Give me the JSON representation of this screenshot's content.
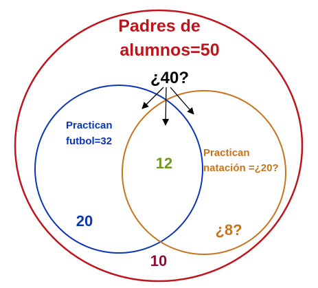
{
  "diagram": {
    "outer_set": {
      "label_line1": "Padres de",
      "label_line2": "alumnos=50",
      "color": "#c0141c"
    },
    "football_set": {
      "label_line1": "Practican",
      "label_line2": "futbol=32",
      "color": "#0a35b8"
    },
    "swimming_set": {
      "label_line1": "Practican",
      "label_line2": "natación =¿20?",
      "color": "#c8731a"
    },
    "question_label": "¿40?",
    "question_color": "#000000",
    "regions": {
      "both": {
        "value": "12",
        "color": "#6b9a1f"
      },
      "only_football": {
        "value": "20",
        "color": "#0a35b8"
      },
      "only_swimming": {
        "value": "¿8?",
        "color": "#c8731a"
      },
      "neither": {
        "value": "10",
        "color": "#8a1038"
      }
    }
  }
}
